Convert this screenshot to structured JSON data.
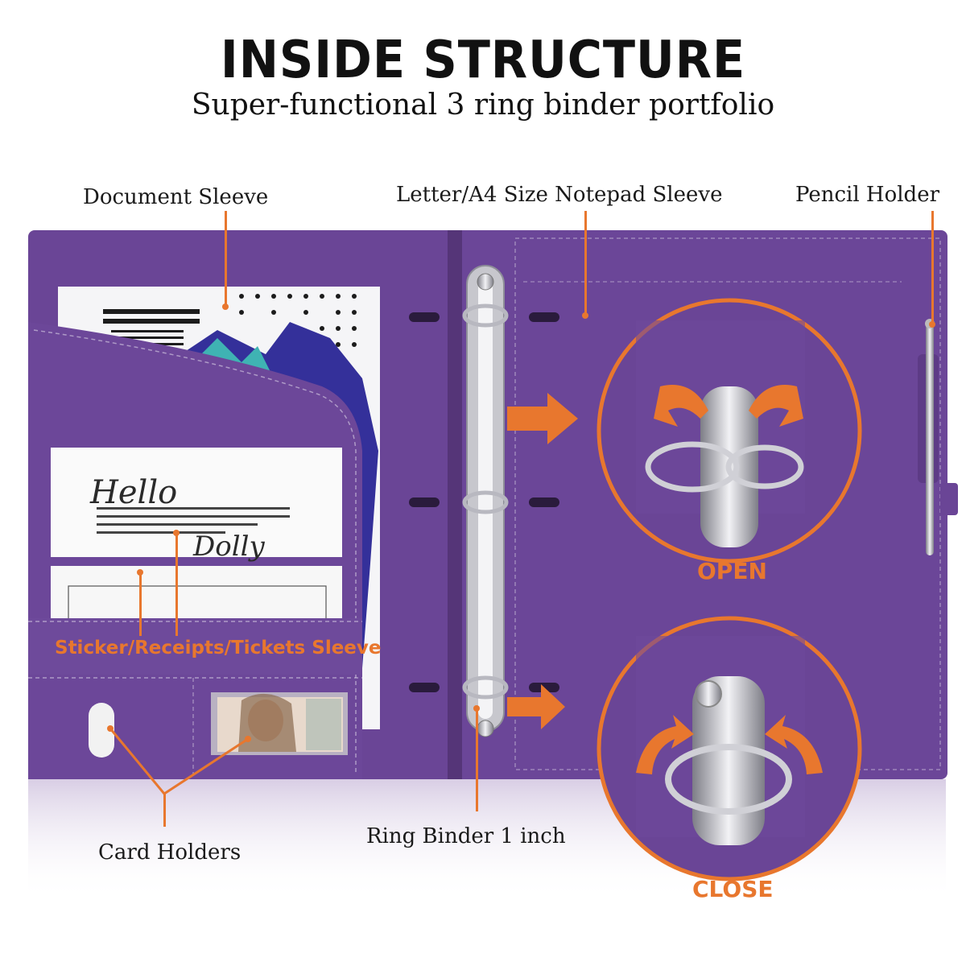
{
  "header": {
    "title": "INSIDE STRUCTURE",
    "subtitle": "Super-functional 3 ring binder portfolio"
  },
  "labels": {
    "document_sleeve": "Document Sleeve",
    "notepad_sleeve": "Letter/A4 Size Notepad Sleeve",
    "pencil_holder": "Pencil Holder",
    "sticker_sleeve": "Sticker/Receipts/Tickets Sleeve",
    "card_holders": "Card Holders",
    "ring_binder": "Ring Binder 1 inch",
    "open": "OPEN",
    "close": "CLOSE"
  },
  "colors": {
    "leather": "#6a4596",
    "leather_dark": "#553578",
    "accent": "#e8772e",
    "ring_metal": "#c9c9cf"
  }
}
